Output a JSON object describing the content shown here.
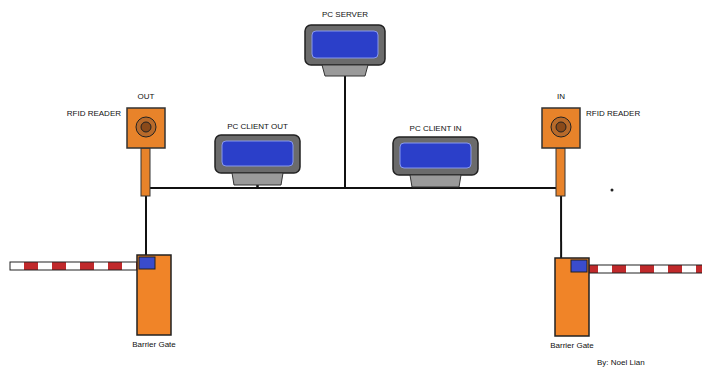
{
  "diagram": {
    "nodes": [
      {
        "text": [
          "PC SERVER"
        ]
      },
      {
        "text": [
          "OUT",
          "RFID READER"
        ]
      },
      {
        "text": [
          "IN",
          "RFID READER"
        ]
      },
      {
        "text": [
          "PC CLIENT OUT"
        ]
      },
      {
        "text": [
          "PC CLIENT IN"
        ]
      },
      {
        "text": [
          "Barrier Gate"
        ]
      },
      {
        "text": [
          "Barrier Gate"
        ]
      }
    ],
    "edges": [
      {
        "from": 1,
        "to": 3,
        "arrow": "none"
      },
      {
        "from": 3,
        "to": 0,
        "arrow": "none"
      },
      {
        "from": 0,
        "to": 4,
        "arrow": "none"
      },
      {
        "from": 4,
        "to": 2,
        "arrow": "none"
      },
      {
        "from": 1,
        "to": 5,
        "arrow": "none"
      },
      {
        "from": 2,
        "to": 6,
        "arrow": "none"
      }
    ],
    "labels": [
      "By: Noel Lian"
    ]
  }
}
